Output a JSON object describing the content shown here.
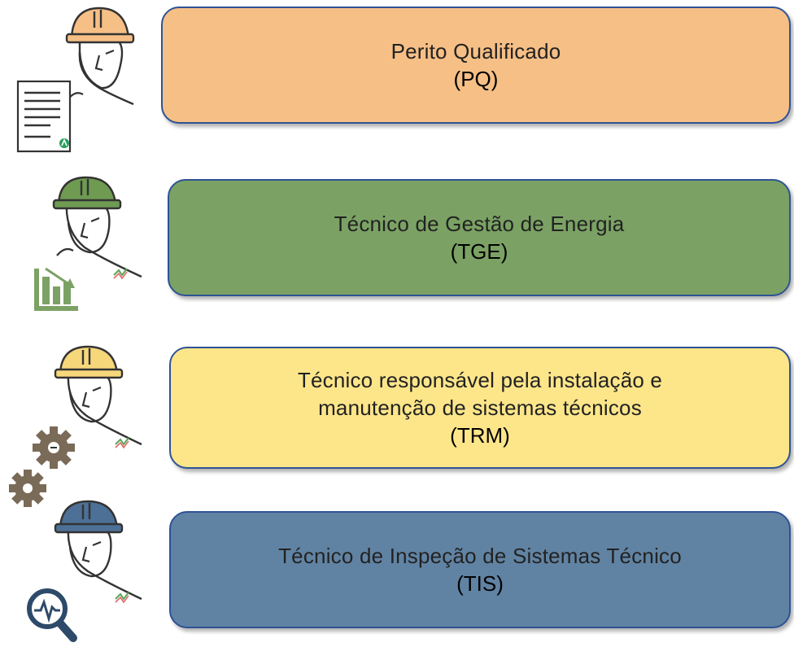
{
  "roles": [
    {
      "title": "Perito Qualificado",
      "abbr": "(PQ)",
      "color": "#f6bf86",
      "helmet": "#f6bf86",
      "badge": "document-icon"
    },
    {
      "title": "Técnico de Gestão de Energia",
      "abbr": "(TGE)",
      "color": "#7ba264",
      "helmet": "#6e9a52",
      "badge": "bar-chart-icon"
    },
    {
      "title_lines": [
        "Técnico responsável pela instalação e",
        "manutenção de sistemas técnicos"
      ],
      "abbr": "(TRM)",
      "color": "#fde68a",
      "helmet": "#f6d77a",
      "badge": "gears-icon"
    },
    {
      "title": "Técnico de Inspeção de Sistemas Técnico",
      "abbr": "(TIS)",
      "color": "#6183a3",
      "helmet": "#4d7096",
      "badge": "magnifier-icon"
    }
  ]
}
